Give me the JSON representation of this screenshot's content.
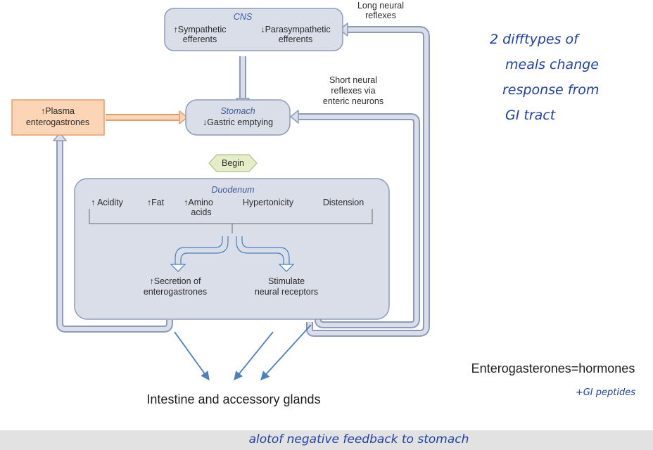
{
  "diagram": {
    "cns": {
      "title": "CNS",
      "left_line1": "↑Sympathetic",
      "left_line2": "efferents",
      "right_line1": "↓Parasympathetic",
      "right_line2": "efferents"
    },
    "long_reflex_label": [
      "Long neural",
      "reflexes"
    ],
    "short_reflex_label": [
      "Short neural",
      "reflexes via",
      "enteric neurons"
    ],
    "plasma": {
      "line1": "↑Plasma",
      "line2": "enterogastrones"
    },
    "stomach": {
      "title": "Stomach",
      "line1": "↓Gastric emptying"
    },
    "begin": "Begin",
    "duodenum": {
      "title": "Duodenum",
      "stimuli": [
        "↑ Acidity",
        "↑Fat",
        "↑Amino",
        "acids",
        "Hypertonicity",
        "Distension"
      ],
      "output_left": [
        "↑Secretion of",
        "enterogastrones"
      ],
      "output_right": [
        "Stimulate",
        "neural receptors"
      ]
    },
    "target": "Intestine and accessory glands"
  },
  "annotations": {
    "hormone_note": "Enterogasterones=hormones",
    "handwritten_right": [
      "2 difftypes of",
      "meals change",
      "response from",
      "GI tract"
    ],
    "handwritten_peptides": "+GI peptides",
    "handwritten_footer": "alotof negative feedback to stomach"
  },
  "colors": {
    "node_fill": "#d9dee9",
    "node_stroke": "#8e9bb8",
    "plasma_fill": "#fbd5b5",
    "plasma_stroke": "#e69c6b",
    "begin_fill": "#e4ecc8",
    "pen_blue": "#1c3fa8",
    "arrow_blue": "#4a7fc0"
  }
}
